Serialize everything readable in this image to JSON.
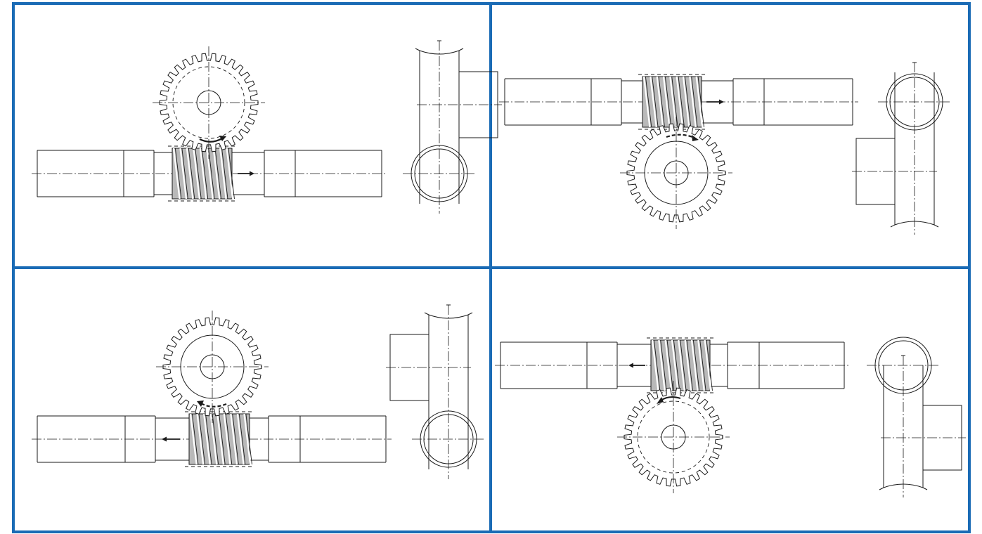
{
  "colors": {
    "frame": "#1a6bb5",
    "line": "#1a1a1a",
    "thread_fill": "#b9b9b9",
    "background": "#ffffff"
  },
  "panels": [
    {
      "id": "top-left",
      "gear_position": "above-worm",
      "gear_hub": "dashed-pitch-circle",
      "worm_travel_arrow": "right",
      "gear_rotation_arrow": "clockwise-solid",
      "side_view_wheel_end": "bottom",
      "side_view_boss_side": "right"
    },
    {
      "id": "top-right",
      "gear_position": "below-worm",
      "gear_hub": "solid-hub-circle",
      "worm_travel_arrow": "right",
      "gear_rotation_arrow": "clockwise-dashed",
      "side_view_wheel_end": "top",
      "side_view_boss_side": "left"
    },
    {
      "id": "bottom-left",
      "gear_position": "above-worm",
      "gear_hub": "solid-hub-circle",
      "worm_travel_arrow": "left",
      "gear_rotation_arrow": "counterclockwise-dashed",
      "side_view_wheel_end": "bottom",
      "side_view_boss_side": "left"
    },
    {
      "id": "bottom-right",
      "gear_position": "below-worm",
      "gear_hub": "dashed-pitch-circle",
      "worm_travel_arrow": "left",
      "gear_rotation_arrow": "counterclockwise-solid",
      "side_view_wheel_end": "top",
      "side_view_boss_side": "right"
    }
  ]
}
